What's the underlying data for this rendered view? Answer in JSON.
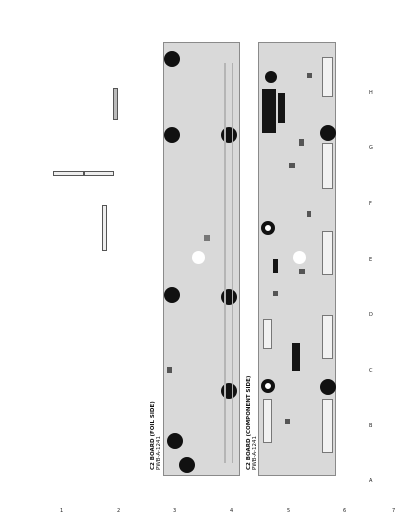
{
  "boards": {
    "foil": {
      "label": "C2 BOARD (FOIL SIDE)",
      "part_no": "PWB-A-1241"
    },
    "component": {
      "label": "C2 BOARD (COMPONENT SIDE)",
      "part_no": "PWB-A-1241"
    }
  },
  "grid_letters": [
    "H",
    "G",
    "F",
    "E",
    "D",
    "C",
    "B",
    "A"
  ],
  "grid_numbers": [
    "1",
    "2",
    "3",
    "4",
    "5",
    "6",
    "7"
  ],
  "colors": {
    "board": "#d9d9d9",
    "outline": "#8a8a8a",
    "hole": "#111111"
  }
}
